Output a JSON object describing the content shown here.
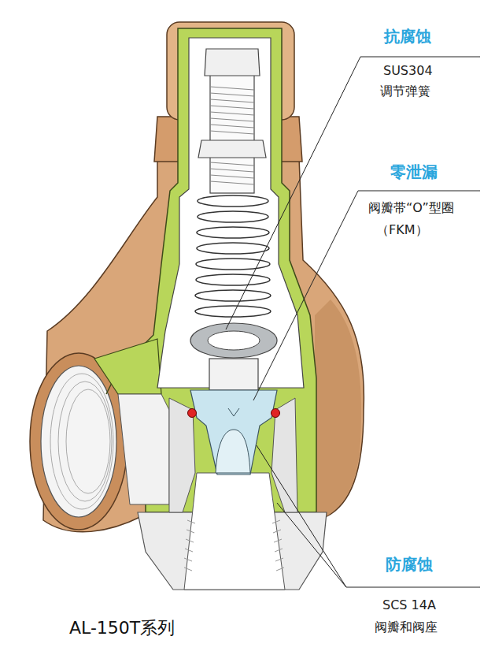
{
  "diagram": {
    "caption": "AL-150T系列",
    "labels": [
      "抗腐蚀",
      "SUS304",
      "调节弹簧",
      "零泄漏",
      "阀瓣带“O”型圈",
      "（FKM）",
      "防腐蚀",
      "SCS 14A",
      "阀瓣和阀座"
    ]
  }
}
